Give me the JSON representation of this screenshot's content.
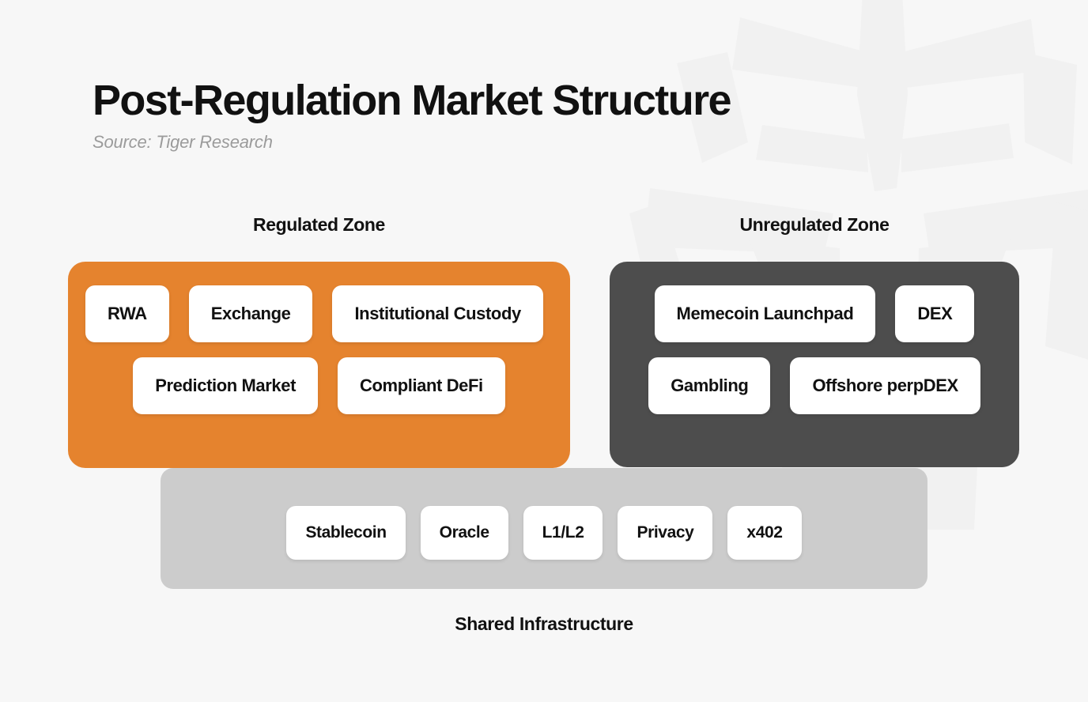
{
  "header": {
    "title": "Post-Regulation Market Structure",
    "subtitle": "Source: Tiger Research"
  },
  "zones": [
    {
      "id": "regulated",
      "label": "Regulated Zone",
      "color": "#e5832e",
      "rows": [
        [
          "RWA",
          "Exchange",
          "Institutional Custody"
        ],
        [
          "Prediction Market",
          "Compliant DeFi"
        ]
      ]
    },
    {
      "id": "unregulated",
      "label": "Unregulated Zone",
      "color": "#4d4d4d",
      "rows": [
        [
          "Memecoin Launchpad",
          "DEX"
        ],
        [
          "Gambling",
          "Offshore perpDEX"
        ]
      ]
    }
  ],
  "shared": {
    "caption": "Shared Infrastructure",
    "color": "#cccccc",
    "items": [
      "Stablecoin",
      "Oracle",
      "L1/L2",
      "Privacy",
      "x402"
    ]
  },
  "theme": {
    "background": "#f7f7f7",
    "card_background": "#ffffff",
    "text": "#111111",
    "subtitle_text": "#9b9b9b",
    "watermark": "#f1f1f1"
  },
  "watermark": {
    "name": "tiger-face-watermark"
  }
}
